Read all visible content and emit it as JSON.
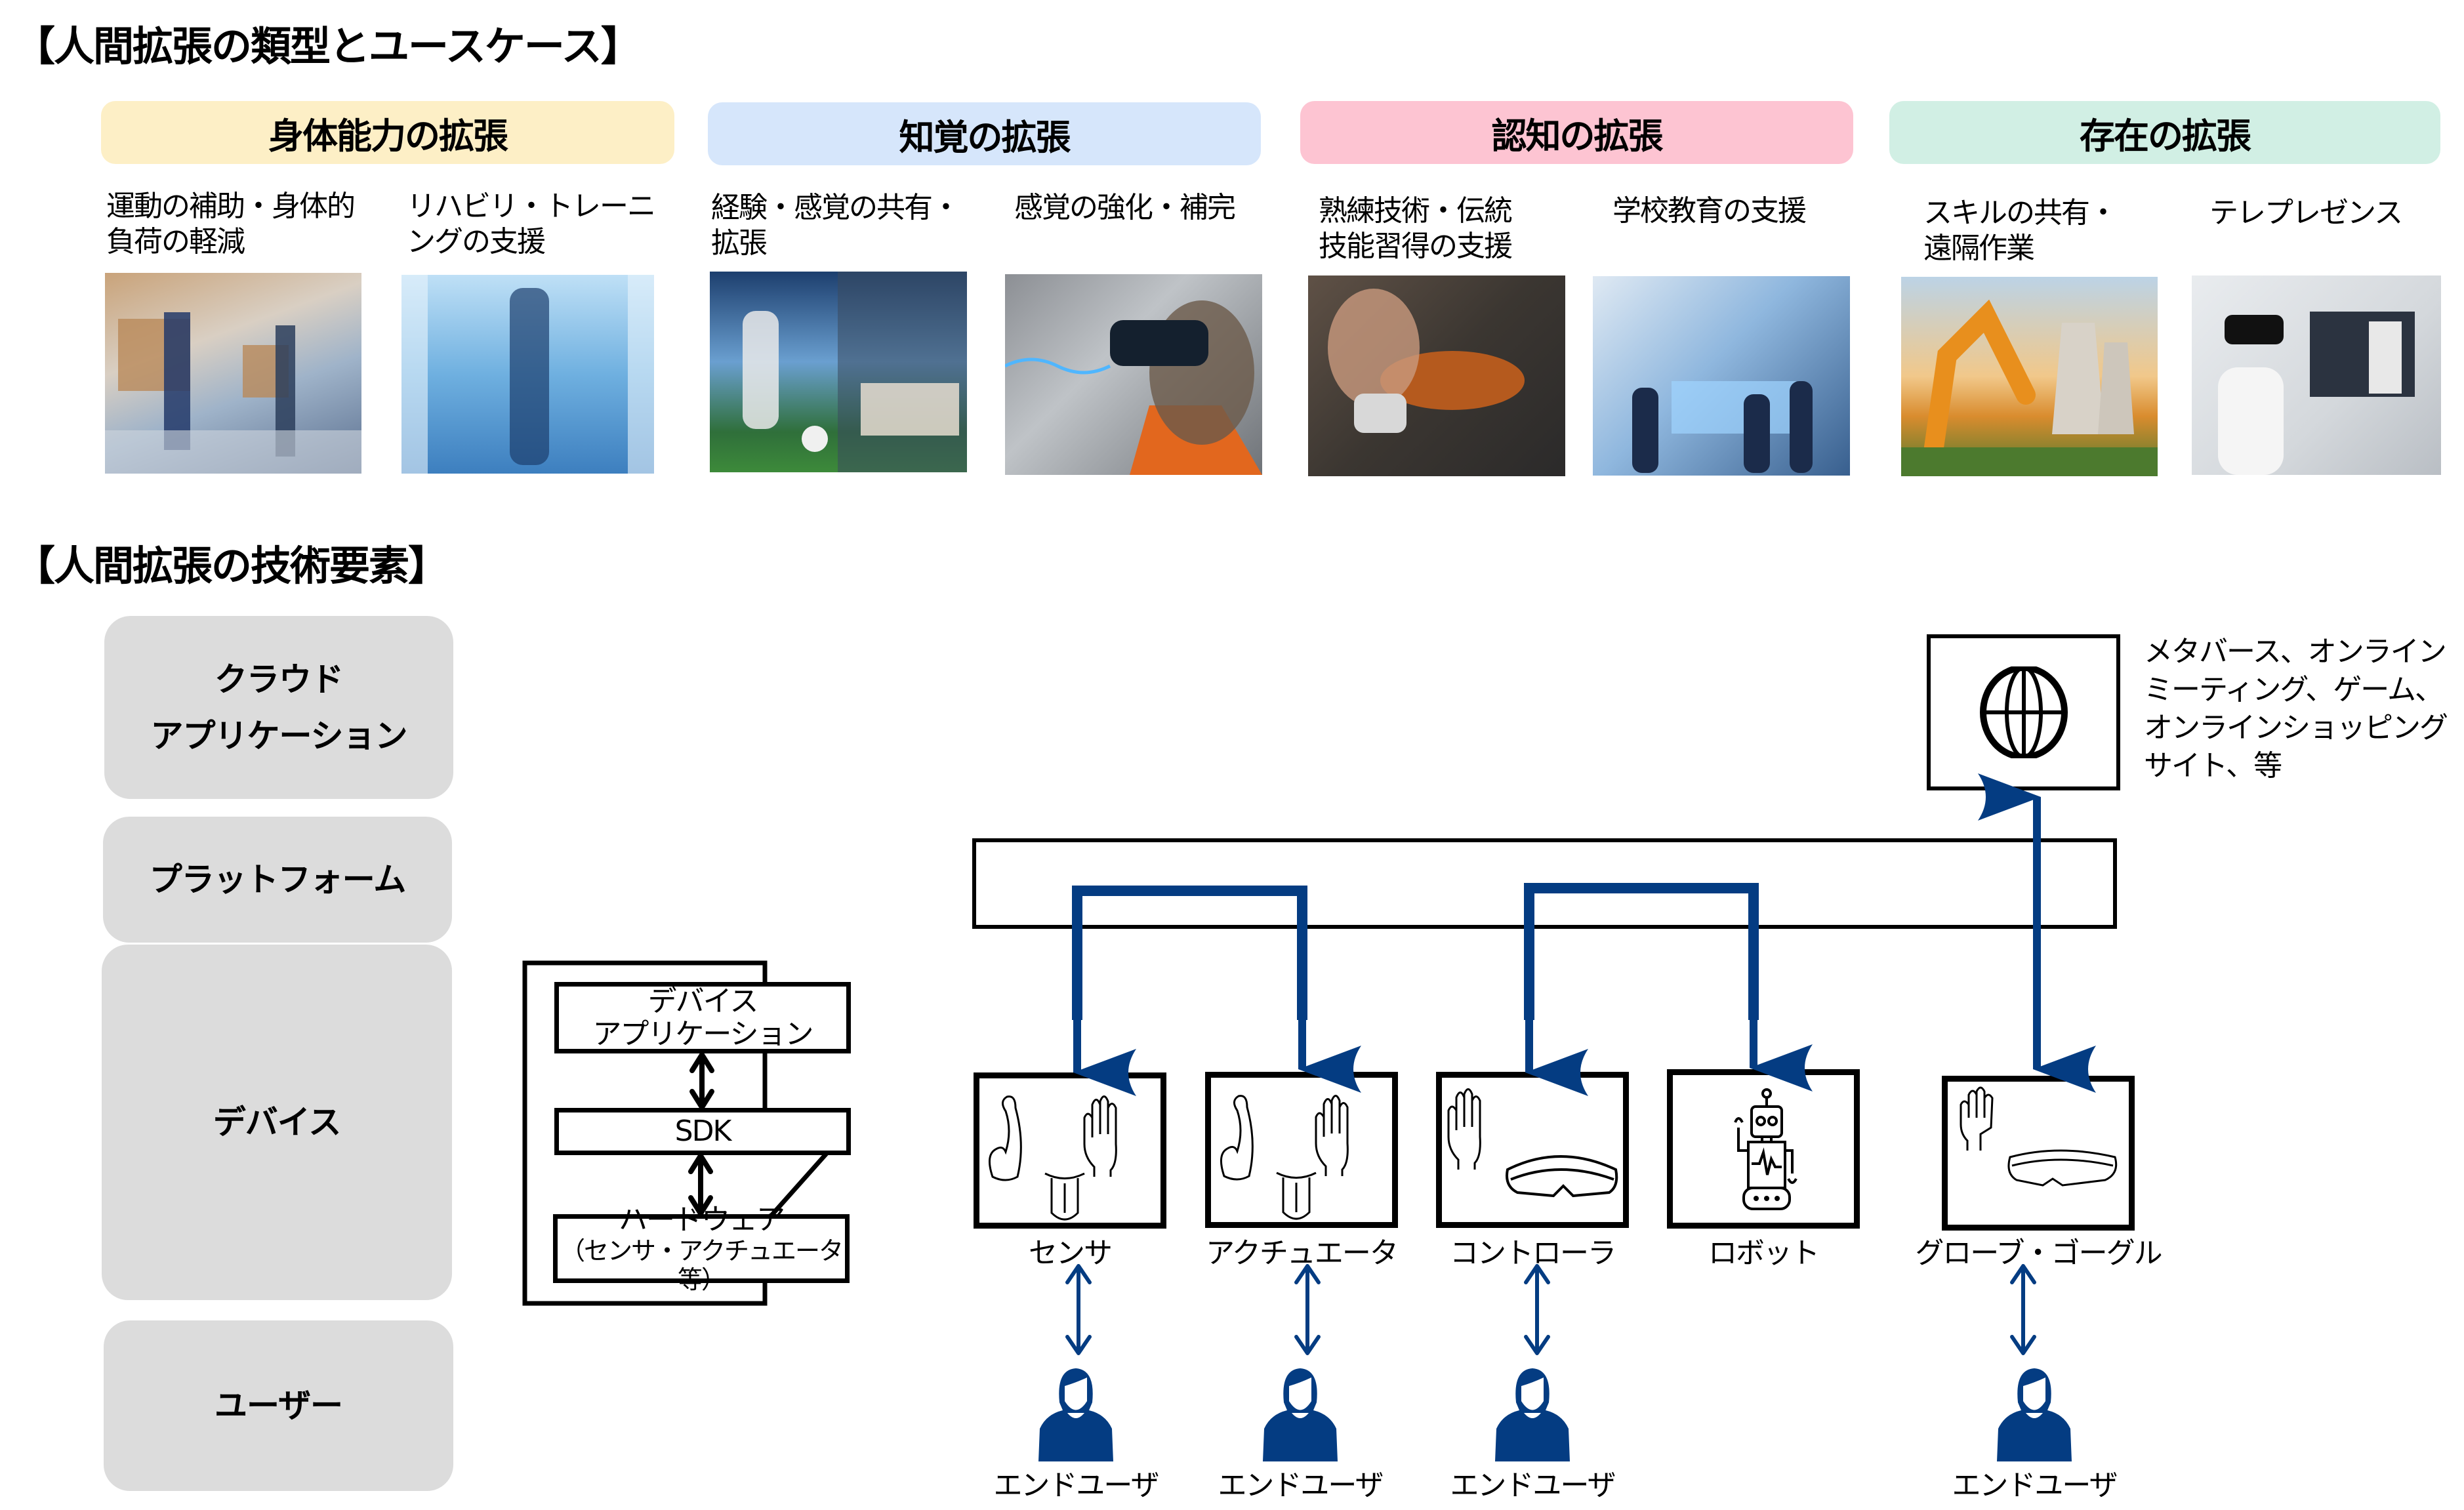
{
  "section1": {
    "title": "【人間拡張の類型とユースケース】",
    "categories": [
      {
        "label": "身体能力の拡張",
        "color": "#fdefc6",
        "usecases": [
          {
            "label": "運動の補助・身体的負荷の軽減",
            "lines": [
              "運動の補助・身体的",
              "負荷の軽減"
            ],
            "photo": "exoskeleton-warehouse-workers-photo"
          },
          {
            "label": "リハビリ・トレーニングの支援",
            "lines": [
              "リハビリ・トレーニ",
              "ングの支援"
            ],
            "photo": "rehabilitation-exoskeleton-walk-photo"
          }
        ]
      },
      {
        "label": "知覚の拡張",
        "color": "#d6e6fb",
        "usecases": [
          {
            "label": "経験・感覚の共有・拡張",
            "lines": [
              "経験・感覚の共有・",
              "拡張"
            ],
            "photo": "soccer-vr-experience-photo"
          },
          {
            "label": "感覚の強化・補完",
            "lines": [
              "感覚の強化・補完"
            ],
            "photo": "vr-headset-sensory-photo"
          }
        ]
      },
      {
        "label": "認知の拡張",
        "color": "#fdc4d2",
        "usecases": [
          {
            "label": "熟練技術・伝統技能習得の支援",
            "lines": [
              "熟練技術・伝統",
              "技能習得の支援"
            ],
            "photo": "violin-robotic-glove-photo"
          },
          {
            "label": "学校教育の支援",
            "lines": [
              "学校教育の支援"
            ],
            "photo": "holographic-classroom-photo"
          }
        ]
      },
      {
        "label": "存在の拡張",
        "color": "#d1efe4",
        "usecases": [
          {
            "label": "スキルの共有・遠隔作業",
            "lines": [
              "スキルの共有・",
              "遠隔作業"
            ],
            "photo": "robot-arm-power-plant-photo"
          },
          {
            "label": "テレプレゼンス",
            "lines": [
              "テレプレゼンス"
            ],
            "photo": "vr-telepresence-robot-photo"
          }
        ]
      }
    ]
  },
  "section2": {
    "title": "【人間拡張の技術要素】",
    "layers": [
      {
        "label": "クラウドアプリケーション",
        "lines": [
          "クラウド",
          "アプリケーション"
        ]
      },
      {
        "label": "プラットフォーム",
        "lines": [
          "プラットフォーム"
        ]
      },
      {
        "label": "デバイス",
        "lines": [
          "デバイス"
        ]
      },
      {
        "label": "ユーザー",
        "lines": [
          "ユーザー"
        ]
      }
    ],
    "cloud_note": {
      "lines": [
        "メタバース、オンライン",
        "ミーティング、ゲーム、",
        "オンラインショッピング",
        "サイト、等"
      ],
      "icon": "globe-icon"
    },
    "device_stack": {
      "items": [
        {
          "lines": [
            "デバイス",
            "アプリケーション"
          ]
        },
        {
          "lines": [
            "SDK"
          ]
        },
        {
          "lines": [
            "ハードウェア",
            "（センサ・アクチュエータ等）"
          ]
        }
      ]
    },
    "devices": [
      {
        "label": "センサ",
        "icons": [
          "muscle-arm-icon",
          "hand-icon",
          "tongue-icon"
        ]
      },
      {
        "label": "アクチュエータ",
        "icons": [
          "muscle-arm-icon",
          "hand-icon",
          "tongue-icon"
        ]
      },
      {
        "label": "コントローラ",
        "icons": [
          "hand-icon",
          "goggles-icon"
        ]
      },
      {
        "label": "ロボット",
        "icons": [
          "robot-icon"
        ]
      },
      {
        "label": "グローブ・ゴーグル",
        "icons": [
          "hand-icon",
          "goggles-icon"
        ]
      }
    ],
    "users": [
      {
        "label": "エンドユーザ"
      },
      {
        "label": "エンドユーザ"
      },
      {
        "label": "エンドユーザ"
      },
      {
        "label": "エンドユーザ"
      }
    ],
    "colors": {
      "arrow_blue": "#043c82",
      "layer_gray": "#dcdcdc"
    }
  }
}
